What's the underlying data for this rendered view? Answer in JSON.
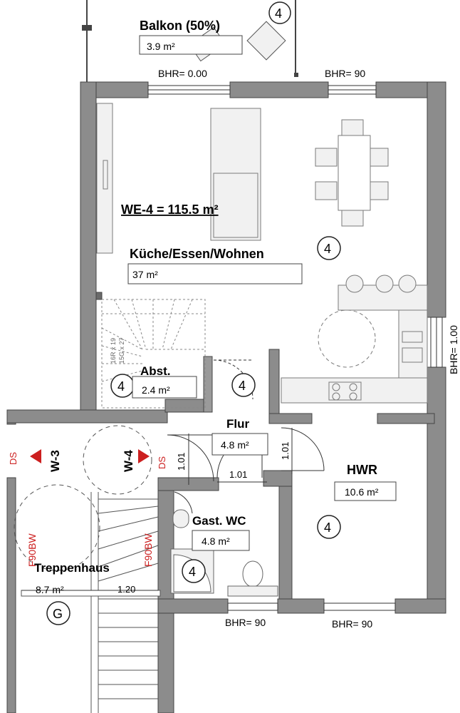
{
  "balcony": {
    "name": "Balkon (50%)",
    "area": "3.9 m²",
    "unit_no": "4"
  },
  "window_labels": {
    "top_left": "BHR= 0.00",
    "top_right": "BHR= 90",
    "right": "BHR= 1.00",
    "bottom_wc": "BHR= 90",
    "bottom_hwr": "BHR= 90"
  },
  "apartment": {
    "title": "WE-4 = 115.5 m²"
  },
  "rooms": {
    "living": {
      "name": "Küche/Essen/Wohnen",
      "area": "37 m²",
      "unit_no": "4"
    },
    "storage": {
      "name": "Abst.",
      "area": "2.4 m²",
      "unit_no": "4",
      "unit_no_door": "4"
    },
    "hall": {
      "name": "Flur",
      "area": "4.8 m²"
    },
    "utility": {
      "name": "HWR",
      "area": "10.6 m²",
      "unit_no": "4"
    },
    "wc": {
      "name": "Gast. WC",
      "area": "4.8 m²",
      "unit_no": "4"
    },
    "staircase": {
      "name": "Treppenhaus",
      "area": "8.7 m²",
      "unit_no": "G"
    }
  },
  "dimensions": {
    "door_left": "1.01",
    "door_center": "1.01",
    "door_right": "1.01",
    "stair_width": "1.20"
  },
  "stair_notes": {
    "line1": "16R x 19",
    "line2": "15G x 27"
  },
  "markers": {
    "w3": "W-3",
    "w4": "W-4",
    "ds_left": "DS",
    "ds_right": "DS",
    "f90_left": "F90BW",
    "f90_right": "F90BW"
  },
  "colors": {
    "wall": "#8a8a8a",
    "wall_dark": "#5c5c5c",
    "furniture": "#efefef",
    "marker_red": "#cc1f1f"
  }
}
